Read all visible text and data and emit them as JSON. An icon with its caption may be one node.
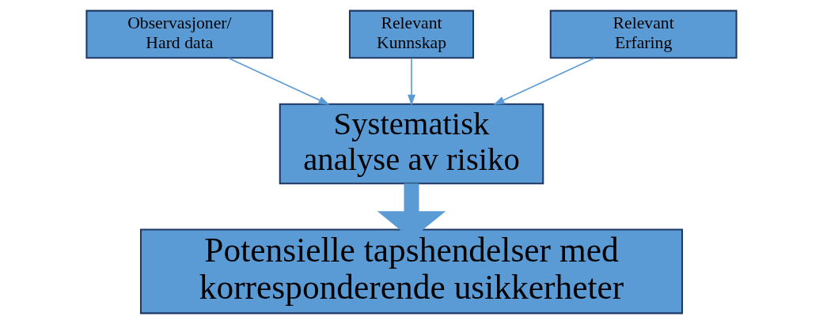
{
  "diagram": {
    "nodes": [
      {
        "text": [
          "Observasjoner/ Hard data"
        ]
      },
      {
        "text": [
          "Relevant Kunnskap"
        ]
      },
      {
        "text": [
          "Relevant Erfaring"
        ]
      },
      {
        "text": [
          "Systematisk analyse av risiko"
        ]
      },
      {
        "text": [
          "Potensielle tapshendelser med korresponderende usikkerheter"
        ]
      }
    ],
    "edges": [
      {
        "from": 0,
        "to": 3,
        "arrow": "to"
      },
      {
        "from": 1,
        "to": 3,
        "arrow": "to"
      },
      {
        "from": 2,
        "to": 3,
        "arrow": "to"
      },
      {
        "from": 3,
        "to": 4,
        "arrow": "to",
        "style": "thick",
        "color": "#5b9bd5"
      }
    ]
  }
}
